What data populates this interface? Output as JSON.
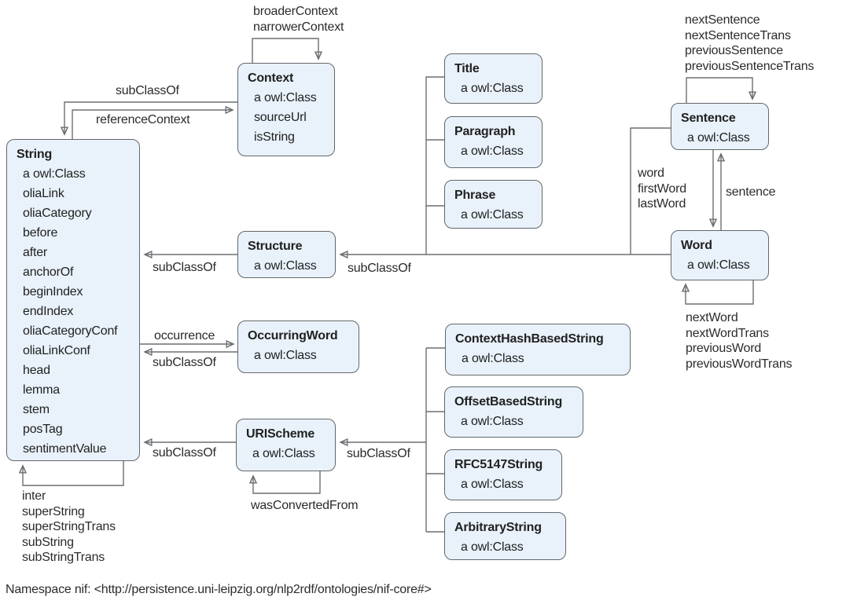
{
  "nodes": {
    "string": {
      "title": "String",
      "attrs": [
        "a owl:Class",
        "oliaLink",
        "oliaCategory",
        "before",
        "after",
        "anchorOf",
        "beginIndex",
        "endIndex",
        "oliaCategoryConf",
        "oliaLinkConf",
        "head",
        "lemma",
        "stem",
        "posTag",
        "sentimentValue"
      ]
    },
    "context": {
      "title": "Context",
      "attrs": [
        "a owl:Class",
        "sourceUrl",
        "isString"
      ]
    },
    "title_box": {
      "title": "Title",
      "attrs": [
        "a owl:Class"
      ]
    },
    "paragraph": {
      "title": "Paragraph",
      "attrs": [
        "a owl:Class"
      ]
    },
    "phrase": {
      "title": "Phrase",
      "attrs": [
        "a owl:Class"
      ]
    },
    "sentence": {
      "title": "Sentence",
      "attrs": [
        "a owl:Class"
      ]
    },
    "word": {
      "title": "Word",
      "attrs": [
        "a owl:Class"
      ]
    },
    "structure": {
      "title": "Structure",
      "attrs": [
        "a owl:Class"
      ]
    },
    "occurring_word": {
      "title": "OccurringWord",
      "attrs": [
        "a owl:Class"
      ]
    },
    "uri_scheme": {
      "title": "URIScheme",
      "attrs": [
        "a owl:Class"
      ]
    },
    "context_hash_based_string": {
      "title": "ContextHashBasedString",
      "attrs": [
        "a owl:Class"
      ]
    },
    "offset_based_string": {
      "title": "OffsetBasedString",
      "attrs": [
        "a owl:Class"
      ]
    },
    "rfc5147_string": {
      "title": "RFC5147String",
      "attrs": [
        "a owl:Class"
      ]
    },
    "arbitrary_string": {
      "title": "ArbitraryString",
      "attrs": [
        "a owl:Class"
      ]
    }
  },
  "edge_labels": {
    "context_loop": [
      "broaderContext",
      "narrowerContext"
    ],
    "subclassof_context_string": "subClassOf",
    "reference_context": "referenceContext",
    "subclassof_structure_string": "subClassOf",
    "subclassof_bus_structure": "subClassOf",
    "sentence_loop": [
      "nextSentence",
      "nextSentenceTrans",
      "previousSentence",
      "previousSentenceTrans"
    ],
    "sentence_word": [
      "word",
      "firstWord",
      "lastWord"
    ],
    "word_sentence": "sentence",
    "word_loop": [
      "nextWord",
      "nextWordTrans",
      "previousWord",
      "previousWordTrans"
    ],
    "occurrence": "occurrence",
    "subclassof_occurringword_string": "subClassOf",
    "subclassof_urischeme_string": "subClassOf",
    "subclassof_subtypes_urischeme": "subClassOf",
    "was_converted_from": "wasConvertedFrom",
    "string_loop": [
      "inter",
      "superString",
      "superStringTrans",
      "subString",
      "subStringTrans"
    ]
  },
  "footer": {
    "namespace": "Namespace nif: <http://persistence.uni-leipzig.org/nlp2rdf/ontologies/nif-core#>"
  },
  "colors": {
    "node_fill": "#e9f2fb",
    "node_border": "#63676b",
    "line": "#6b6f73",
    "text": "#212121"
  }
}
